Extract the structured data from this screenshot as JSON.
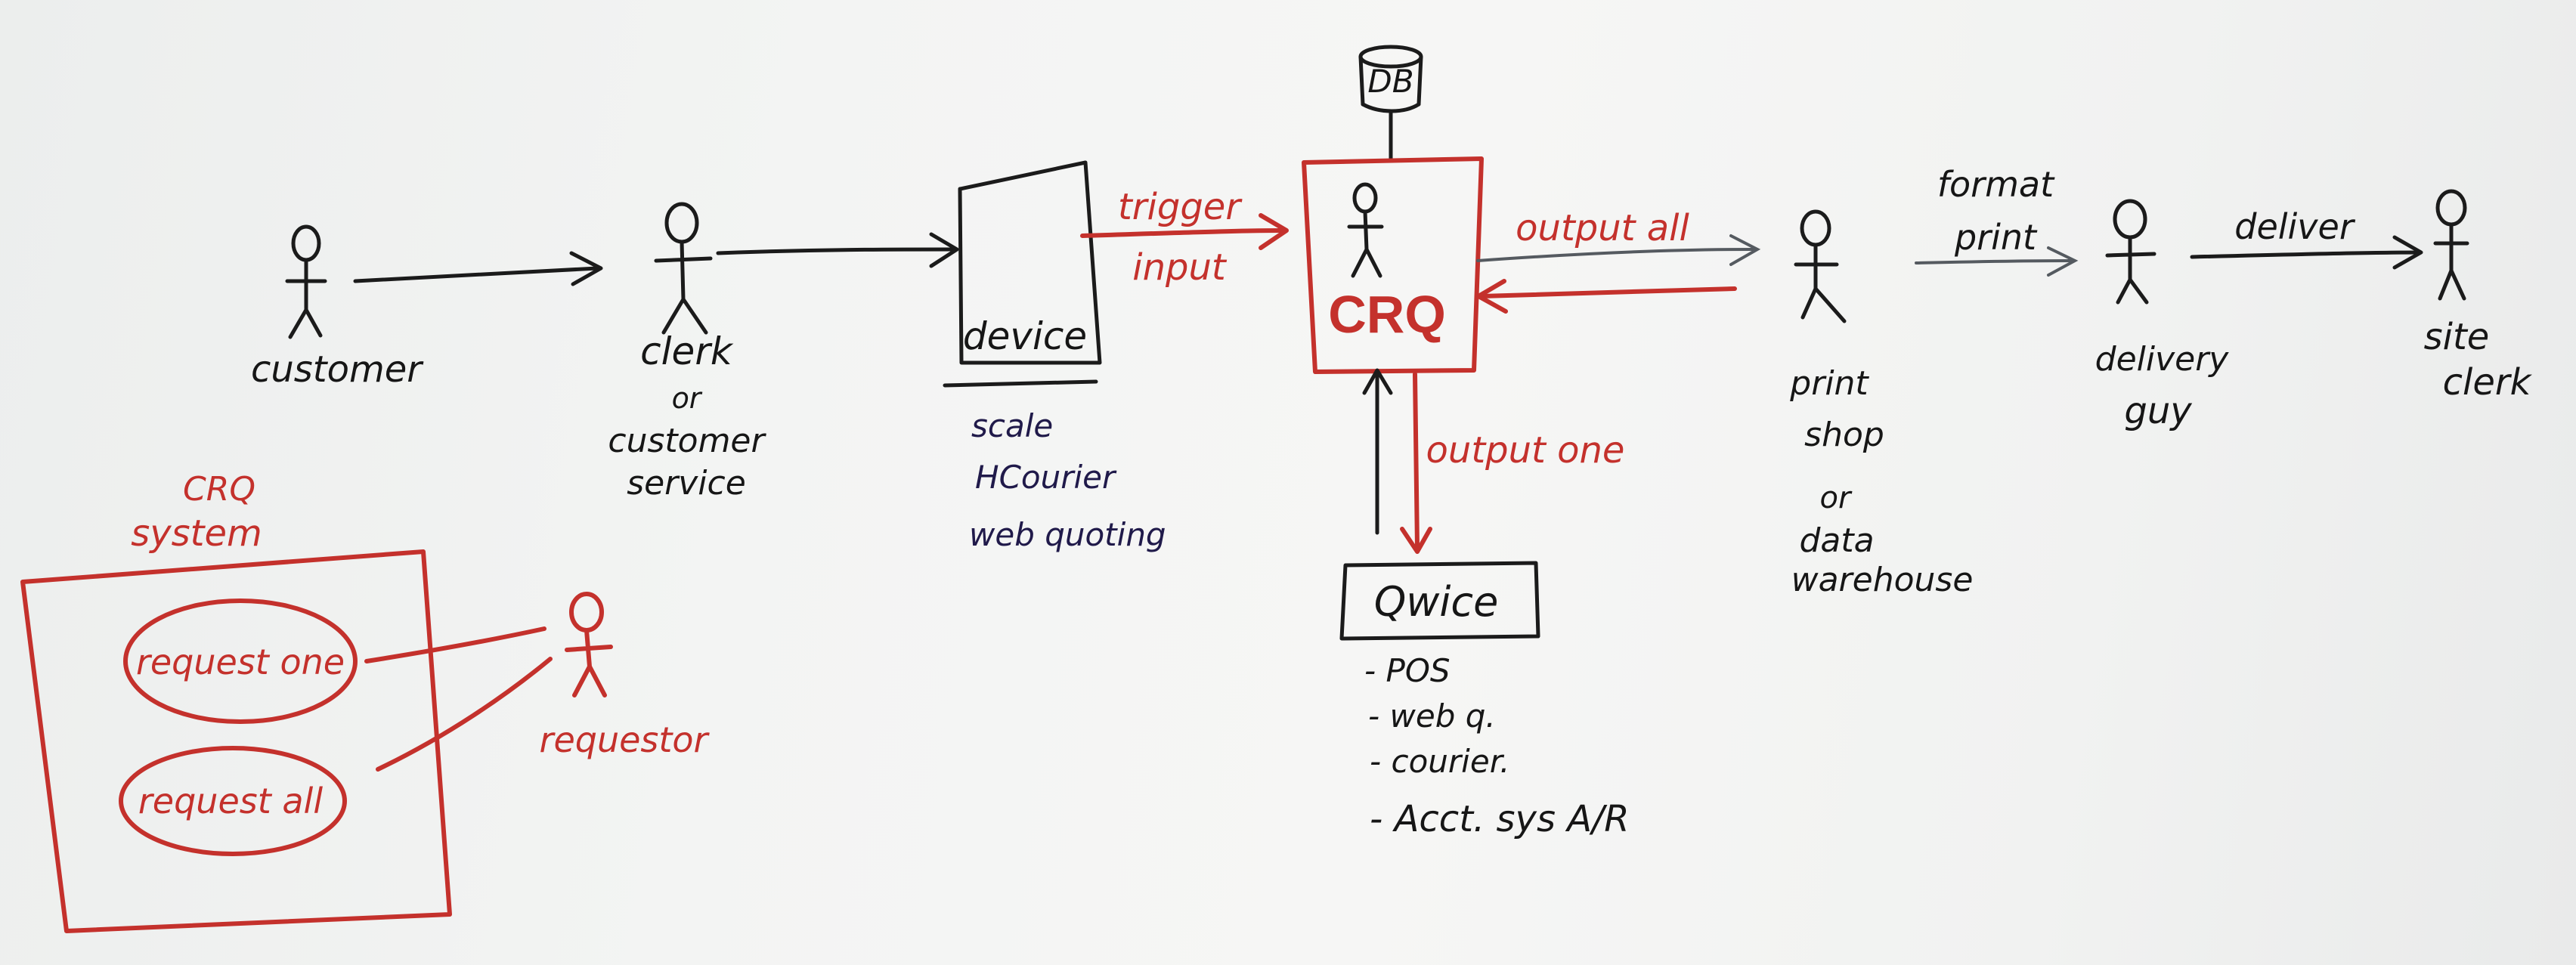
{
  "colors": {
    "board": "#f3f4f3",
    "black_marker": "#161616",
    "red_marker": "#c4312c",
    "purple_marker": "#201a4a"
  },
  "actors": {
    "customer": "customer",
    "clerk": [
      "clerk",
      "or",
      "customer",
      "service"
    ],
    "print_shop": [
      "print",
      "shop",
      "or",
      "data",
      "warehouse"
    ],
    "delivery": [
      "delivery",
      "guy"
    ],
    "site_clerk": [
      "site",
      "clerk"
    ],
    "requestor": "requestor"
  },
  "boxes": {
    "db": "DB",
    "device": "device",
    "crq": "CRQ",
    "qwice": "Qwice"
  },
  "flow_labels": {
    "trigger": "trigger",
    "input": "input",
    "output_all": "output all",
    "output_one": "output one",
    "format": "format",
    "print": "print",
    "deliver": "deliver"
  },
  "device_notes": [
    "scale",
    "HCourier",
    "web quoting"
  ],
  "qwice_notes": [
    "- POS",
    "- web q.",
    "- courier.",
    "- Acct. sys A/R"
  ],
  "crq_system": {
    "title": [
      "CRQ",
      "system"
    ],
    "use_cases": [
      "request one",
      "request all"
    ]
  }
}
